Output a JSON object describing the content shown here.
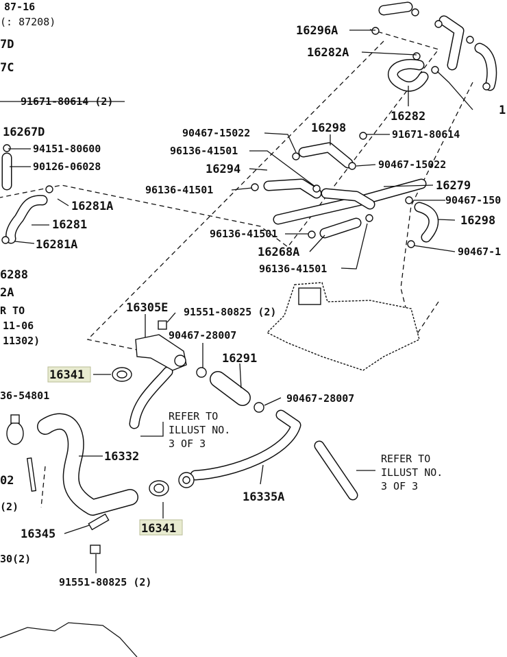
{
  "diagram": {
    "left_edge_labels": [
      "87-16",
      "(: 87208)",
      "7D",
      "7C",
      "16267D",
      "6288",
      "2A",
      "R TO",
      "11-06",
      "11302)",
      "36-54801",
      "02",
      "(2)",
      "30(2)"
    ],
    "hose_labels": [
      "16282",
      "16282A",
      "16296A",
      "16298",
      "16294",
      "16279",
      "16298",
      "16268A",
      "16281A",
      "16281",
      "16281A",
      "16291",
      "16332",
      "16335A",
      "16345"
    ],
    "clip_labels": [
      "91671-80614 (2)",
      "94151-80600",
      "90126-06028",
      "90467-15022",
      "91671-80614",
      "96136-41501",
      "90467-15022",
      "96136-41501",
      "90467-150",
      "96136-41501",
      "90467-1",
      "96136-41501",
      "91551-80825 (2)",
      "90467-28007",
      "90467-28007",
      "91551-80825 (2)"
    ],
    "housing_labels": [
      "16305E",
      "16341",
      "16341",
      "1"
    ],
    "refer_note_1": [
      "REFER TO",
      "ILLUST NO.",
      "3 OF 3"
    ],
    "refer_note_2": [
      "REFER TO",
      "ILLUST NO.",
      "3 OF 3"
    ]
  }
}
